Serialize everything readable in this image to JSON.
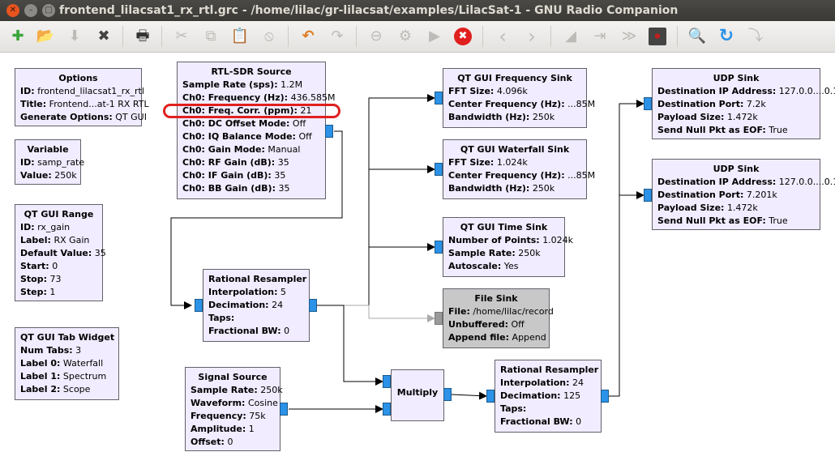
{
  "window": {
    "title": "frontend_lilacsat1_rx_rtl.grc - /home/lilac/gr-lilacsat/examples/LilacSat-1 - GNU Radio Companion",
    "close_glyph": "✕",
    "min_glyph": "–",
    "max_glyph": "□"
  },
  "toolbar": {
    "new": "✚",
    "open": "📂",
    "save": "⬇",
    "close": "✖",
    "print": "🖶",
    "cut": "✂",
    "copy": "⧉",
    "paste": "📋",
    "delete": "⦸",
    "undo": "↶",
    "redo": "↷",
    "disable": "⊖",
    "bypass": "⚙",
    "execute": "▶",
    "kill": "✖",
    "rotate_ccw": "‹",
    "rotate_cw": "›",
    "generate": "◢",
    "ports": "⇥",
    "next": "≫",
    "stop": "⏺",
    "find": "🔍",
    "reload": "↻",
    "help": "⤵"
  },
  "blocks": {
    "options": {
      "title": "Options",
      "rows": [
        {
          "k": "ID:",
          "v": "frontend_lilacsat1_rx_rtl"
        },
        {
          "k": "Title:",
          "v": "Frontend...at-1 RX RTL"
        },
        {
          "k": "Generate Options:",
          "v": "QT GUI"
        }
      ]
    },
    "variable": {
      "title": "Variable",
      "rows": [
        {
          "k": "ID:",
          "v": "samp_rate"
        },
        {
          "k": "Value:",
          "v": "250k"
        }
      ]
    },
    "qt_gui_range": {
      "title": "QT GUI Range",
      "rows": [
        {
          "k": "ID:",
          "v": "rx_gain"
        },
        {
          "k": "Label:",
          "v": "RX Gain"
        },
        {
          "k": "Default Value:",
          "v": "35"
        },
        {
          "k": "Start:",
          "v": "0"
        },
        {
          "k": "Stop:",
          "v": "73"
        },
        {
          "k": "Step:",
          "v": "1"
        }
      ]
    },
    "qt_gui_tab_widget": {
      "title": "QT GUI Tab Widget",
      "rows": [
        {
          "k": "Num Tabs:",
          "v": "3"
        },
        {
          "k": "Label 0:",
          "v": "Waterfall"
        },
        {
          "k": "Label 1:",
          "v": "Spectrum"
        },
        {
          "k": "Label 2:",
          "v": "Scope"
        }
      ]
    },
    "rtl_sdr_source": {
      "title": "RTL-SDR Source",
      "rows": [
        {
          "k": "Sample Rate (sps):",
          "v": "1.2M"
        },
        {
          "k": "Ch0: Frequency (Hz):",
          "v": "436.585M"
        },
        {
          "k": "Ch0: Freq. Corr. (ppm):",
          "v": "21"
        },
        {
          "k": "Ch0: DC Offset Mode:",
          "v": "Off"
        },
        {
          "k": "Ch0: IQ Balance Mode:",
          "v": "Off"
        },
        {
          "k": "Ch0: Gain Mode:",
          "v": "Manual"
        },
        {
          "k": "Ch0: RF Gain (dB):",
          "v": "35"
        },
        {
          "k": "Ch0: IF Gain (dB):",
          "v": "35"
        },
        {
          "k": "Ch0: BB Gain (dB):",
          "v": "35"
        }
      ]
    },
    "rational_resampler_1": {
      "title": "Rational Resampler",
      "rows": [
        {
          "k": "Interpolation:",
          "v": "5"
        },
        {
          "k": "Decimation:",
          "v": "24"
        },
        {
          "k": "Taps:",
          "v": ""
        },
        {
          "k": "Fractional BW:",
          "v": "0"
        }
      ]
    },
    "signal_source": {
      "title": "Signal Source",
      "rows": [
        {
          "k": "Sample Rate:",
          "v": "250k"
        },
        {
          "k": "Waveform:",
          "v": "Cosine"
        },
        {
          "k": "Frequency:",
          "v": "75k"
        },
        {
          "k": "Amplitude:",
          "v": "1"
        },
        {
          "k": "Offset:",
          "v": "0"
        }
      ]
    },
    "qt_gui_frequency_sink": {
      "title": "QT GUI Frequency Sink",
      "rows": [
        {
          "k": "FFT Size:",
          "v": "4.096k"
        },
        {
          "k": "Center Frequency (Hz):",
          "v": "...85M"
        },
        {
          "k": "Bandwidth (Hz):",
          "v": "250k"
        }
      ]
    },
    "qt_gui_waterfall_sink": {
      "title": "QT GUI Waterfall Sink",
      "rows": [
        {
          "k": "FFT Size:",
          "v": "1.024k"
        },
        {
          "k": "Center Frequency (Hz):",
          "v": "...85M"
        },
        {
          "k": "Bandwidth (Hz):",
          "v": "250k"
        }
      ]
    },
    "qt_gui_time_sink": {
      "title": "QT GUI Time Sink",
      "rows": [
        {
          "k": "Number of Points:",
          "v": "1.024k"
        },
        {
          "k": "Sample Rate:",
          "v": "250k"
        },
        {
          "k": "Autoscale:",
          "v": "Yes"
        }
      ]
    },
    "file_sink": {
      "title": "File Sink",
      "rows": [
        {
          "k": "File:",
          "v": "/home/lilac/record"
        },
        {
          "k": "Unbuffered:",
          "v": "Off"
        },
        {
          "k": "Append file:",
          "v": "Append"
        }
      ]
    },
    "multiply": {
      "title": "Multiply",
      "rows": []
    },
    "rational_resampler_2": {
      "title": "Rational Resampler",
      "rows": [
        {
          "k": "Interpolation:",
          "v": "24"
        },
        {
          "k": "Decimation:",
          "v": "125"
        },
        {
          "k": "Taps:",
          "v": ""
        },
        {
          "k": "Fractional BW:",
          "v": "0"
        }
      ]
    },
    "udp_sink_1": {
      "title": "UDP Sink",
      "rows": [
        {
          "k": "Destination IP Address:",
          "v": "127.0.0....0.1"
        },
        {
          "k": "Destination Port:",
          "v": "7.2k"
        },
        {
          "k": "Payload Size:",
          "v": "1.472k"
        },
        {
          "k": "Send Null Pkt as EOF:",
          "v": "True"
        }
      ]
    },
    "udp_sink_2": {
      "title": "UDP Sink",
      "rows": [
        {
          "k": "Destination IP Address:",
          "v": "127.0.0....0.1"
        },
        {
          "k": "Destination Port:",
          "v": "7.201k"
        },
        {
          "k": "Payload Size:",
          "v": "1.472k"
        },
        {
          "k": "Send Null Pkt as EOF:",
          "v": "True"
        }
      ]
    }
  },
  "colors": {
    "block_bg": "#f1ecff",
    "disabled_block_bg": "#c8c8c8",
    "port": "#2b92e8",
    "highlight": "#e0201e",
    "wire": "#000000",
    "disabled_wire": "#aaaaaa"
  }
}
